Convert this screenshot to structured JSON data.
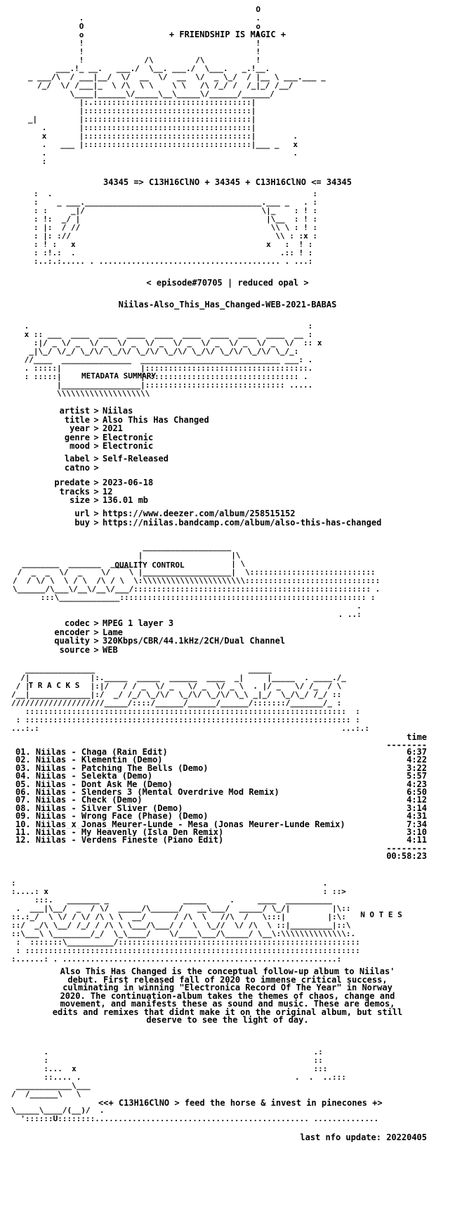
{
  "header": {
    "tagline": "+ FRIENDSHIP IS MAGIC +",
    "formula": "34345 => C13H16ClNO + 34345 + C13H16ClNO <= 34345",
    "episode": "< episode#70705 | reduced opal >",
    "release": "Niilas-Also_This_Has_Changed-WEB-2021-BABAS"
  },
  "metadata": {
    "section_title": "METADATA SUMMARY",
    "group1": [
      {
        "key": "artist",
        "value": "Niilas"
      },
      {
        "key": "title",
        "value": "Also This Has Changed"
      },
      {
        "key": "year",
        "value": "2021"
      },
      {
        "key": "genre",
        "value": "Electronic"
      },
      {
        "key": "mood",
        "value": "Electronic"
      }
    ],
    "group2": [
      {
        "key": "label",
        "value": "Self-Released"
      },
      {
        "key": "catno",
        "value": ""
      }
    ],
    "group3": [
      {
        "key": "predate",
        "value": "2023-06-18"
      },
      {
        "key": "tracks",
        "value": "12"
      },
      {
        "key": "size",
        "value": "136.01 mb"
      }
    ],
    "group4": [
      {
        "key": "url",
        "value": "https://www.deezer.com/album/258515152"
      },
      {
        "key": "buy",
        "value": "https://niilas.bandcamp.com/album/also-this-has-changed"
      }
    ]
  },
  "quality": {
    "section_title": "QUALITY CONTROL",
    "rows": [
      {
        "key": "codec",
        "value": "MPEG 1 layer 3"
      },
      {
        "key": "encoder",
        "value": "Lame"
      },
      {
        "key": "quality",
        "value": "320Kbps/CBR/44.1kHz/2CH/Dual Channel"
      },
      {
        "key": "source",
        "value": "WEB"
      }
    ]
  },
  "tracks": {
    "section_title": "T R A C K S",
    "time_header": "time",
    "rule": "--------",
    "items": [
      {
        "title": "01. Niilas - Chaga (Rain Edit)",
        "time": "6:37"
      },
      {
        "title": "02. Niilas - Klementin (Demo)",
        "time": "4:22"
      },
      {
        "title": "03. Niilas - Patching The Bells (Demo)",
        "time": "3:22"
      },
      {
        "title": "04. Niilas - Selekta (Demo)",
        "time": "5:57"
      },
      {
        "title": "05. Niilas - Dont Ask Me (Demo)",
        "time": "4:23"
      },
      {
        "title": "06. Niilas - Slenders 3 (Mental Overdrive Mod Remix)",
        "time": "6:50"
      },
      {
        "title": "07. Niilas - Check (Demo)",
        "time": "4:12"
      },
      {
        "title": "08. Niilas - Silver Sliver (Demo)",
        "time": "3:14"
      },
      {
        "title": "09. Niilas - Wrong Face (Phase) (Demo)",
        "time": "4:31"
      },
      {
        "title": "10. Niilas_x_Jonas_Meurer-Lunde - Mesa (Jonas Meurer-Lunde Remix)",
        "time": "7:34"
      },
      {
        "title": "11. Niilas - My Heavenly (Isla Den Remix)",
        "time": "3:10"
      },
      {
        "title": "12. Niilas - Verdens Fineste (Piano Edit)",
        "time": "4:11"
      }
    ],
    "total": "00:58:23"
  },
  "notes": {
    "section_title": "N O T E S",
    "text": "Also This Has Changed is the conceptual follow-up album to Niilas'\ndebut. First released fall of 2020 to immense critical success,\nculminating in winning \"Electronica Record Of The Year\" in Norway\n2020. The continuation-album takes the themes of chaos, change and\nmovement, and manifests these as sound and music. These are demos,\nedits and remixes that didnt make it on the original album, but still\ndeserve to see the light of day."
  },
  "footer": {
    "slogan": "<<+ C13H16ClNO > feed the horse & invest in pinecones +>",
    "last_update": "last nfo update: 20220405"
  }
}
